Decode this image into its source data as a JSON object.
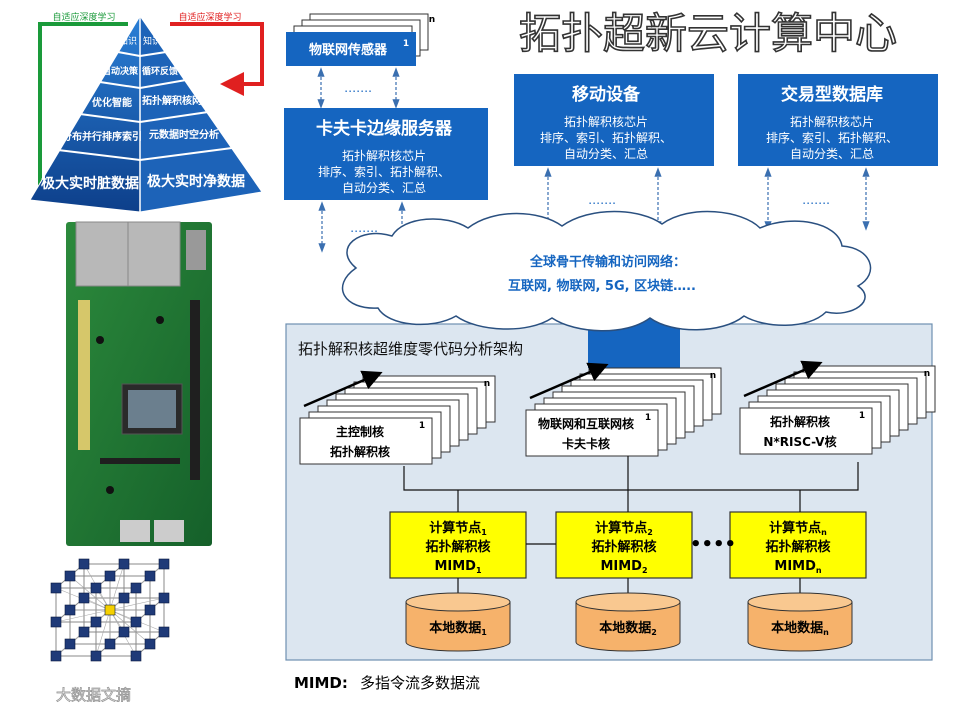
{
  "title": "拓扑超新云计算中心",
  "pyramid": {
    "left_arrow_label": "自适应深度学习",
    "right_arrow_label": "自适应深度学习",
    "top_left": "知识",
    "top_right": "知识",
    "layers": [
      {
        "left": "自动决策",
        "right": "循环反馈"
      },
      {
        "left": "优化智能",
        "right": "拓扑解积核网"
      },
      {
        "left": "分布并行排序索引",
        "right": "元数据时空分析"
      },
      {
        "left": "极大实时脏数据",
        "right": "极大实时净数据"
      }
    ]
  },
  "sensor": {
    "label": "物联网传感器",
    "index": "1",
    "n": "n"
  },
  "edge_server": {
    "title": "卡夫卡边缘服务器",
    "lines": [
      "拓扑解积核芯片",
      "排序、索引、拓扑解积、",
      "自动分类、汇总"
    ]
  },
  "mobile": {
    "title": "移动设备",
    "lines": [
      "拓扑解积核芯片",
      "排序、索引、拓扑解积、",
      "自动分类、汇总"
    ]
  },
  "database": {
    "title": "交易型数据库",
    "lines": [
      "拓扑解积核芯片",
      "排序、索引、拓扑解积、",
      "自动分类、汇总"
    ]
  },
  "ellipsis": "…….",
  "network": {
    "line1": "全球骨干传输和访问网络：",
    "line2": "互联网, 物联网, 5G, 区块链….."
  },
  "architecture": {
    "title": "拓扑解积核超维度零代码分析架构",
    "core_stacks": [
      {
        "lines": [
          "主控制核",
          "拓扑解积核"
        ],
        "index": "1",
        "n": "n"
      },
      {
        "lines": [
          "物联网和互联网核",
          "卡夫卡核"
        ],
        "index": "1",
        "n": "n"
      },
      {
        "lines": [
          "拓扑解积核",
          "N*RISC-V核"
        ],
        "index": "1",
        "n": "n"
      }
    ],
    "nodes": [
      {
        "line1": "计算节点",
        "sub1": "1",
        "line2": "拓扑解积核",
        "line3": "MIMD",
        "sub3": "1"
      },
      {
        "line1": "计算节点",
        "sub1": "2",
        "line2": "拓扑解积核",
        "line3": "MIMD",
        "sub3": "2"
      },
      {
        "line1": "计算节点",
        "sub1": "n",
        "line2": "拓扑解积核",
        "line3": "MIMD",
        "sub3": "n"
      }
    ],
    "node_gap": "••••",
    "stores": [
      {
        "label": "本地数据",
        "sub": "1"
      },
      {
        "label": "本地数据",
        "sub": "2"
      },
      {
        "label": "本地数据",
        "sub": "n"
      }
    ]
  },
  "footnote": {
    "term": "MIMD:",
    "desc": "多指令流多数据流"
  },
  "watermark": "大数据文摘",
  "colors": {
    "blue": "#1565c0",
    "arch_bg": "#dce6f0",
    "yellow": "#ffff00",
    "orange": "#f6b26b",
    "green": "#1a9a3a",
    "red": "#e02020"
  }
}
